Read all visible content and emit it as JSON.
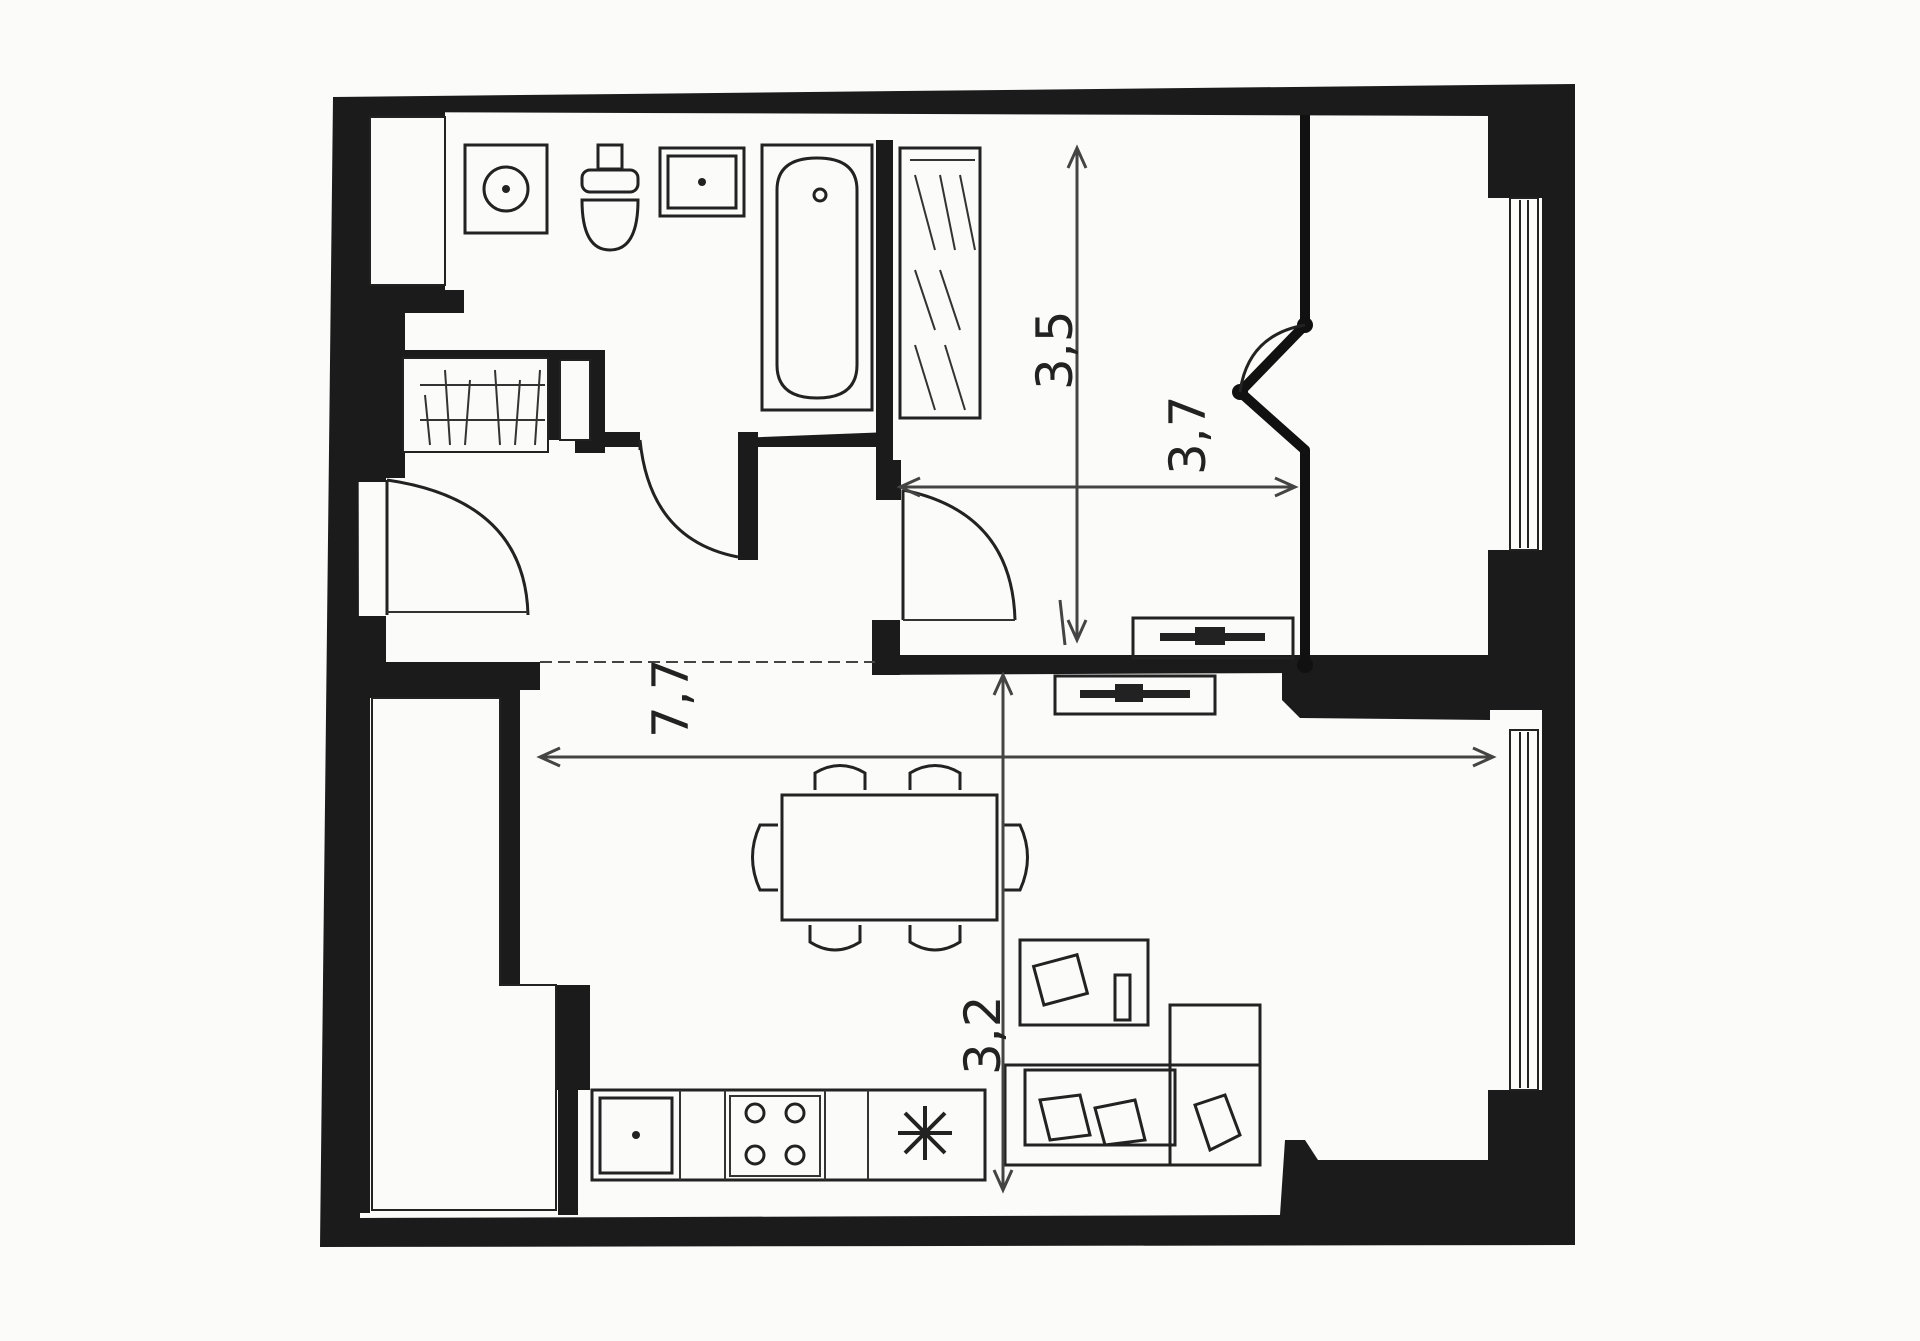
{
  "dimensions": {
    "bedroom_length": "3,5",
    "bedroom_width": "3,7",
    "living_length": "7,7",
    "living_width": "3,2"
  },
  "colors": {
    "wall": "#1b1b1b",
    "paper": "#fbfbf9",
    "line": "#222222"
  },
  "icons": [
    "washbasin-icon",
    "toilet-icon",
    "sink-icon",
    "bathtub-icon",
    "wardrobe-icon",
    "dining-table-icon",
    "chair-icon",
    "sofa-icon",
    "coffee-table-icon",
    "kitchen-sink-icon",
    "stove-icon",
    "refrigerator-icon",
    "window-icon",
    "door-icon",
    "tv-stand-icon"
  ]
}
